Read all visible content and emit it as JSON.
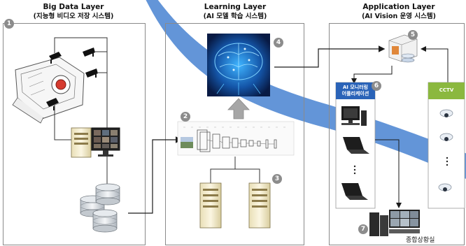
{
  "layers": {
    "big_data": {
      "title": "Big Data Layer",
      "subtitle": "(지능형 비디오 저장 시스템)"
    },
    "learning": {
      "title": "Learning Layer",
      "subtitle": "(AI 모델 학습 시스템)"
    },
    "application": {
      "title": "Application Layer",
      "subtitle": "(AI Vision 운영 시스템)"
    }
  },
  "steps": [
    "1",
    "2",
    "3",
    "4",
    "5",
    "6",
    "7"
  ],
  "labels": {
    "monitoring_app": "AI 모니터링\n어플리케이션",
    "cctv": "CCTV",
    "control_room": "종합상황실"
  },
  "colors": {
    "blue_band": "#5b8fd6",
    "monitor_header": "#2a63b8",
    "cctv_header": "#8bb83f",
    "num_badge": "#8c8c8c",
    "up_arrow": "#a6a6a6",
    "brain_bg": "#0b1f4d",
    "brain_glow": "#37a6ff"
  }
}
